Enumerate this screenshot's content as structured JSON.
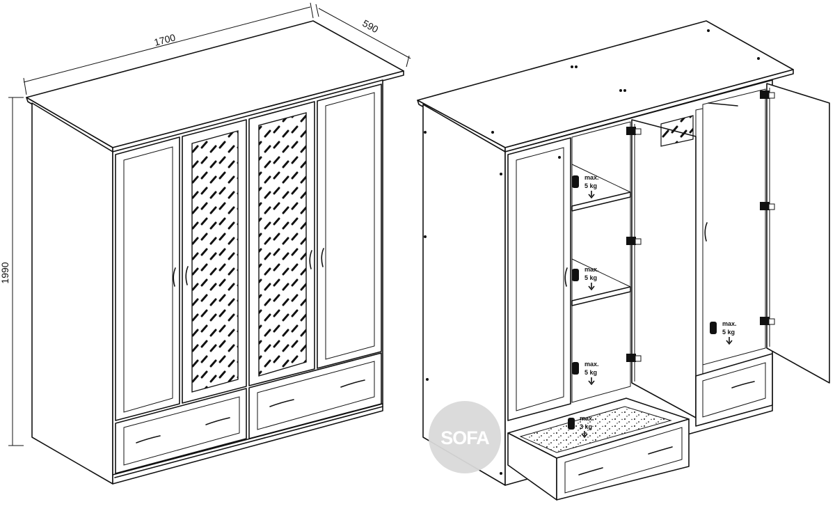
{
  "dimensions": {
    "width": "1700",
    "depth": "590",
    "height": "1990"
  },
  "load_labels": {
    "shelf_top": {
      "line1": "max.",
      "line2": "5 kg"
    },
    "shelf_middle": {
      "line1": "max.",
      "line2": "5 kg"
    },
    "shelf_bottom": {
      "line1": "max.",
      "line2": "5 kg"
    },
    "right_compartment": {
      "line1": "max.",
      "line2": "5 kg"
    },
    "drawer": {
      "line1": "max.",
      "line2": "3 kg"
    }
  },
  "watermark": {
    "text": "SOFA",
    "color": "#d9d9d9"
  },
  "colors": {
    "line": "#111111",
    "background": "#ffffff"
  }
}
